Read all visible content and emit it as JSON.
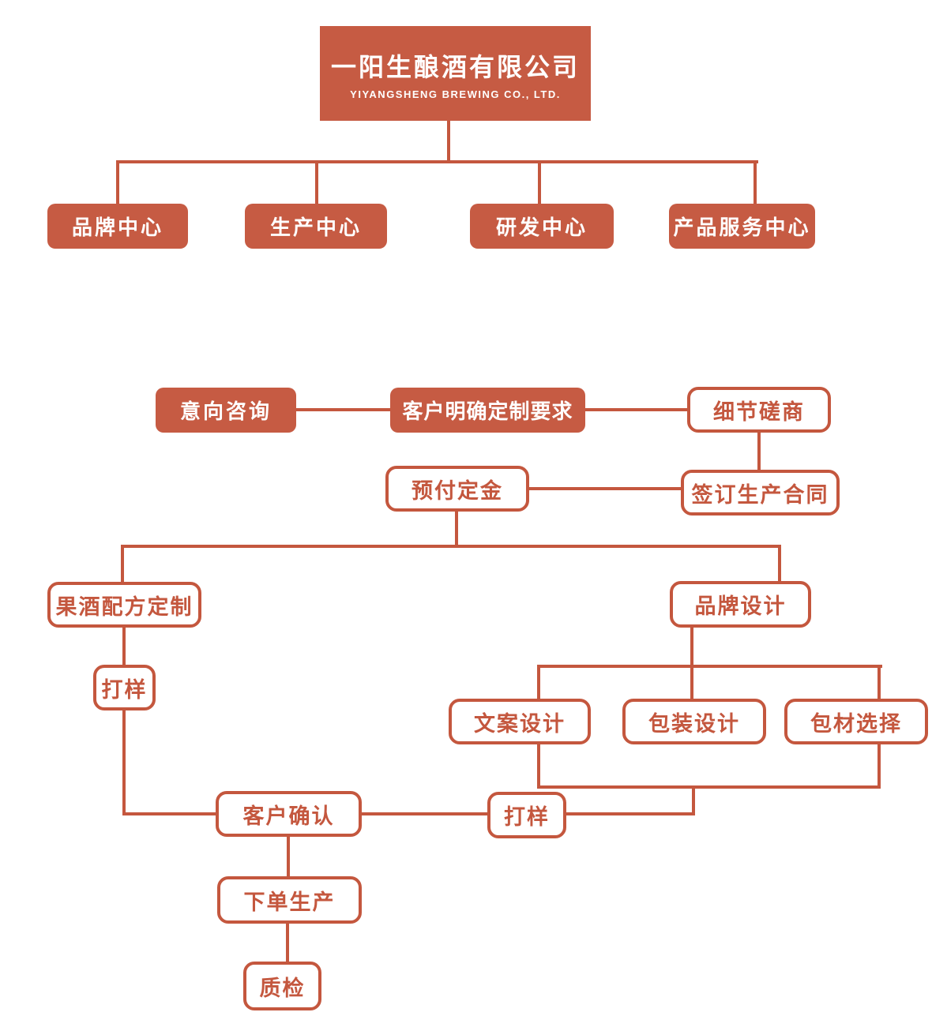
{
  "org": {
    "company": {
      "title": "一阳生酿酒有限公司",
      "subtitle": "YIYANGSHENG BREWING CO., LTD."
    },
    "departments": [
      {
        "label": "品牌中心"
      },
      {
        "label": "生产中心"
      },
      {
        "label": "研发中心"
      },
      {
        "label": "产品服务中心"
      }
    ]
  },
  "flow": {
    "nodes": {
      "intent": "意向咨询",
      "requirements": "客户明确定制要求",
      "negotiation": "细节磋商",
      "contract": "签订生产合同",
      "deposit": "预付定金",
      "recipe": "果酒配方定制",
      "sample_recipe": "打样",
      "brand_design": "品牌设计",
      "copy_design": "文案设计",
      "package_design": "包装设计",
      "material_select": "包材选择",
      "sample_design": "打样",
      "confirm": "客户确认",
      "order": "下单生产",
      "qc": "质检"
    }
  },
  "colors": {
    "fill": "#C65B43",
    "line": "#C4573E",
    "text_on_fill": "#FFFFFF"
  }
}
